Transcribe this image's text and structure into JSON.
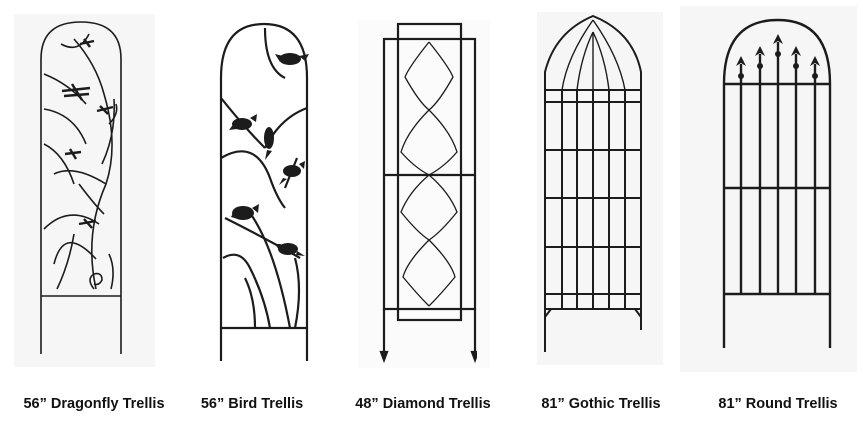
{
  "colors": {
    "metal": "#1c1c1c",
    "text": "#111111",
    "background": "#ffffff"
  },
  "products": [
    {
      "title": "56” Dragonfly Trellis",
      "icon": "dragonfly-trellis-icon"
    },
    {
      "title": "56” Bird Trellis",
      "icon": "bird-trellis-icon"
    },
    {
      "title": "48” Diamond Trellis",
      "icon": "diamond-trellis-icon"
    },
    {
      "title": "81” Gothic Trellis",
      "icon": "gothic-trellis-icon"
    },
    {
      "title": "81” Round Trellis",
      "icon": "round-trellis-icon"
    }
  ]
}
